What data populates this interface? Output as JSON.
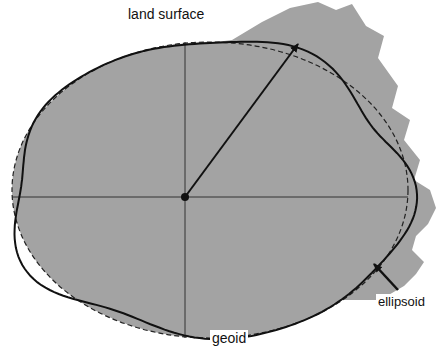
{
  "diagram": {
    "labels": [
      "land surface",
      "ellipsoid",
      "geoid"
    ]
  }
}
